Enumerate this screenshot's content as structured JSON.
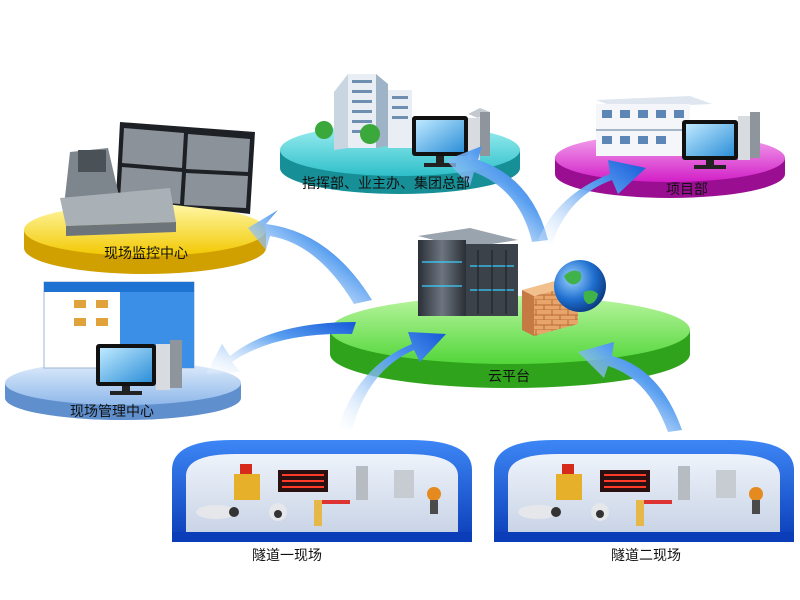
{
  "labels": {
    "hq": "指挥部、业主办、集团总部",
    "project": "项目部",
    "monitor": "现场监控中心",
    "cloud": "云平台",
    "manage": "现场管理中心",
    "tunnel1": "隧道一现场",
    "tunnel2": "隧道二现场"
  },
  "colors": {
    "cloud": "#52d63a",
    "hq": "#2fbfc9",
    "project": "#d21fc7",
    "monitor": "#f6d100",
    "manage": "#8fb8ea",
    "tunnel": "#1553d6",
    "arrow": "#1e6fe0"
  },
  "icons": {
    "hq": "office-buildings-icon",
    "project": "site-office-building-icon",
    "monitor": "video-wall-console-icon",
    "manage": "management-software-icon",
    "cloud": "server-rack-firewall-globe-icon",
    "tunnel": "tunnel-equipment-icon"
  }
}
